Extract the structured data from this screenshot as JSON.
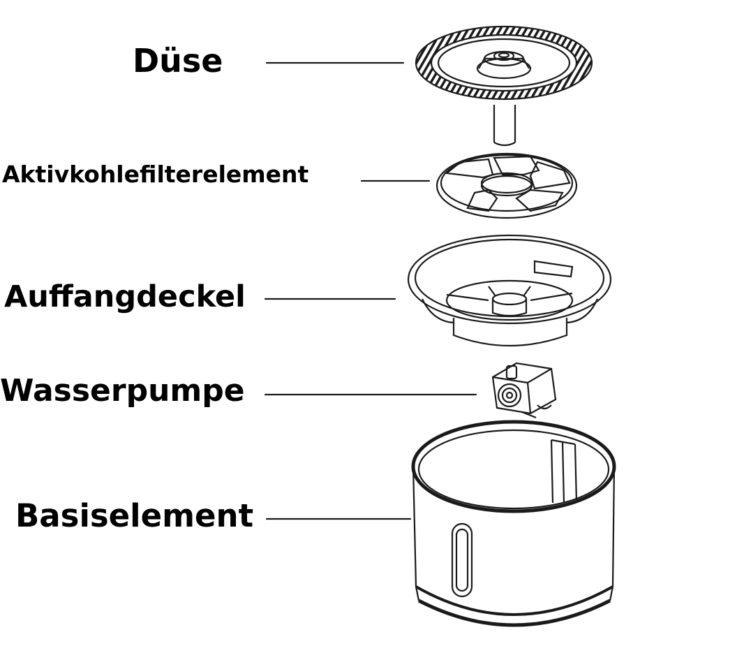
{
  "parts": [
    {
      "id": "duese",
      "label": "Düse"
    },
    {
      "id": "aktivkohlefilterelement",
      "label": "Aktivkohlefilterelement"
    },
    {
      "id": "auffangdeckel",
      "label": "Auffangdeckel"
    },
    {
      "id": "wasserpumpe",
      "label": "Wasserpumpe"
    },
    {
      "id": "basiselement",
      "label": "Basiselement"
    }
  ],
  "colors": {
    "line": "#1a1a1a",
    "background": "#ffffff",
    "text": "#000000"
  }
}
